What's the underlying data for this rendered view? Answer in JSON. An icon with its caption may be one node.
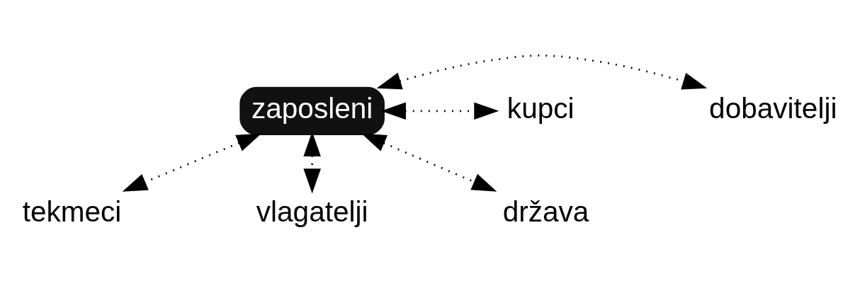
{
  "diagram": {
    "nodes": [
      {
        "text": [
          "tekmeci"
        ]
      },
      {
        "text": [
          "dobavitelji"
        ]
      },
      {
        "text": [
          "zaposleni"
        ]
      },
      {
        "text": [
          "kupci"
        ]
      },
      {
        "text": [
          "vlagatelji"
        ]
      },
      {
        "text": [
          "država"
        ]
      }
    ],
    "edges": [
      {
        "from": 2,
        "to": 0,
        "arrow": "both",
        "style": "dashed"
      },
      {
        "from": 2,
        "to": 1,
        "arrow": "both",
        "style": "dashed"
      },
      {
        "from": 2,
        "to": 3,
        "arrow": "both",
        "style": "dashed"
      },
      {
        "from": 2,
        "to": 4,
        "arrow": "both",
        "style": "dashed"
      },
      {
        "from": 2,
        "to": 5,
        "arrow": "both",
        "style": "dashed"
      }
    ]
  }
}
